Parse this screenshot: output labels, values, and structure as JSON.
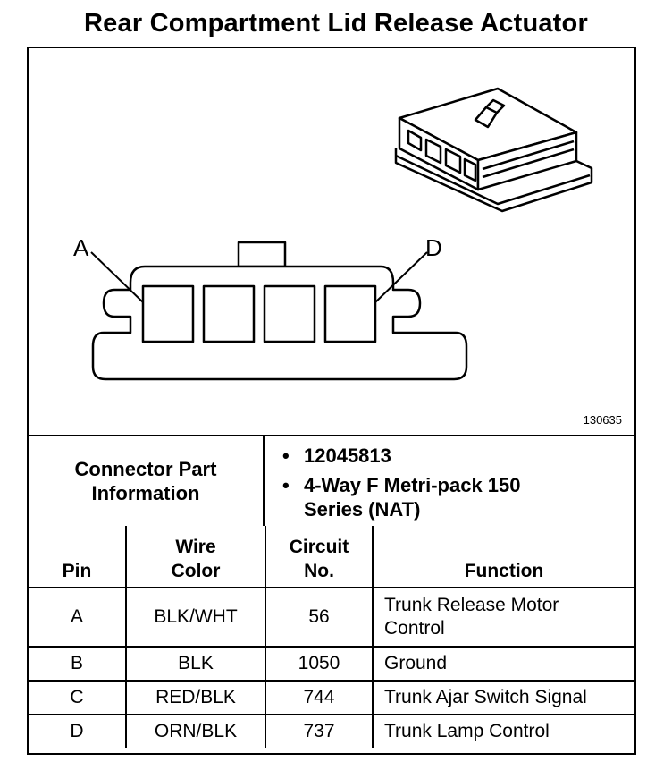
{
  "title": "Rear Compartment Lid Release Actuator",
  "figure_number": "130635",
  "diagram": {
    "pin_labels": [
      "A",
      "D"
    ]
  },
  "connector_info": {
    "label": "Connector Part Information",
    "items": [
      "12045813",
      "4-Way F Metri-pack 150 Series (NAT)"
    ]
  },
  "pin_table": {
    "headers": [
      "Pin",
      "Wire Color",
      "Circuit No.",
      "Function"
    ],
    "rows": [
      {
        "pin": "A",
        "wire": "BLK/WHT",
        "circuit": "56",
        "function": "Trunk Release Motor Control"
      },
      {
        "pin": "B",
        "wire": "BLK",
        "circuit": "1050",
        "function": "Ground"
      },
      {
        "pin": "C",
        "wire": "RED/BLK",
        "circuit": "744",
        "function": "Trunk Ajar Switch Signal"
      },
      {
        "pin": "D",
        "wire": "ORN/BLK",
        "circuit": "737",
        "function": "Trunk Lamp Control"
      }
    ]
  }
}
